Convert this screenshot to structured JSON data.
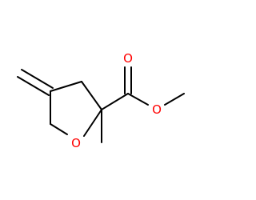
{
  "colors": {
    "background": "#ffffff",
    "bond": "#000000",
    "oxygen": "#ff0000"
  },
  "molecule": {
    "atoms": {
      "ring_oxygen": {
        "symbol": "O",
        "color": "#ff0000"
      },
      "carbonyl_oxygen": {
        "symbol": "O",
        "color": "#ff0000"
      },
      "ester_oxygen": {
        "symbol": "O",
        "color": "#ff0000"
      }
    },
    "bonds": [
      {
        "name": "bond-ch2-exo-double",
        "order": 2
      },
      {
        "name": "bond-c4-c3",
        "order": 1
      },
      {
        "name": "bond-c3-c2",
        "order": 1
      },
      {
        "name": "bond-c4-c5",
        "order": 1
      },
      {
        "name": "bond-c5-o1",
        "order": 1
      },
      {
        "name": "bond-o1-c2",
        "order": 1
      },
      {
        "name": "bond-c2-methyl",
        "order": 1
      },
      {
        "name": "bond-c2-carboxyl",
        "order": 1
      },
      {
        "name": "bond-carbonyl-double",
        "order": 2
      },
      {
        "name": "bond-carboxyl-ester-o",
        "order": 1
      },
      {
        "name": "bond-ester-o-methyl",
        "order": 1
      }
    ]
  }
}
